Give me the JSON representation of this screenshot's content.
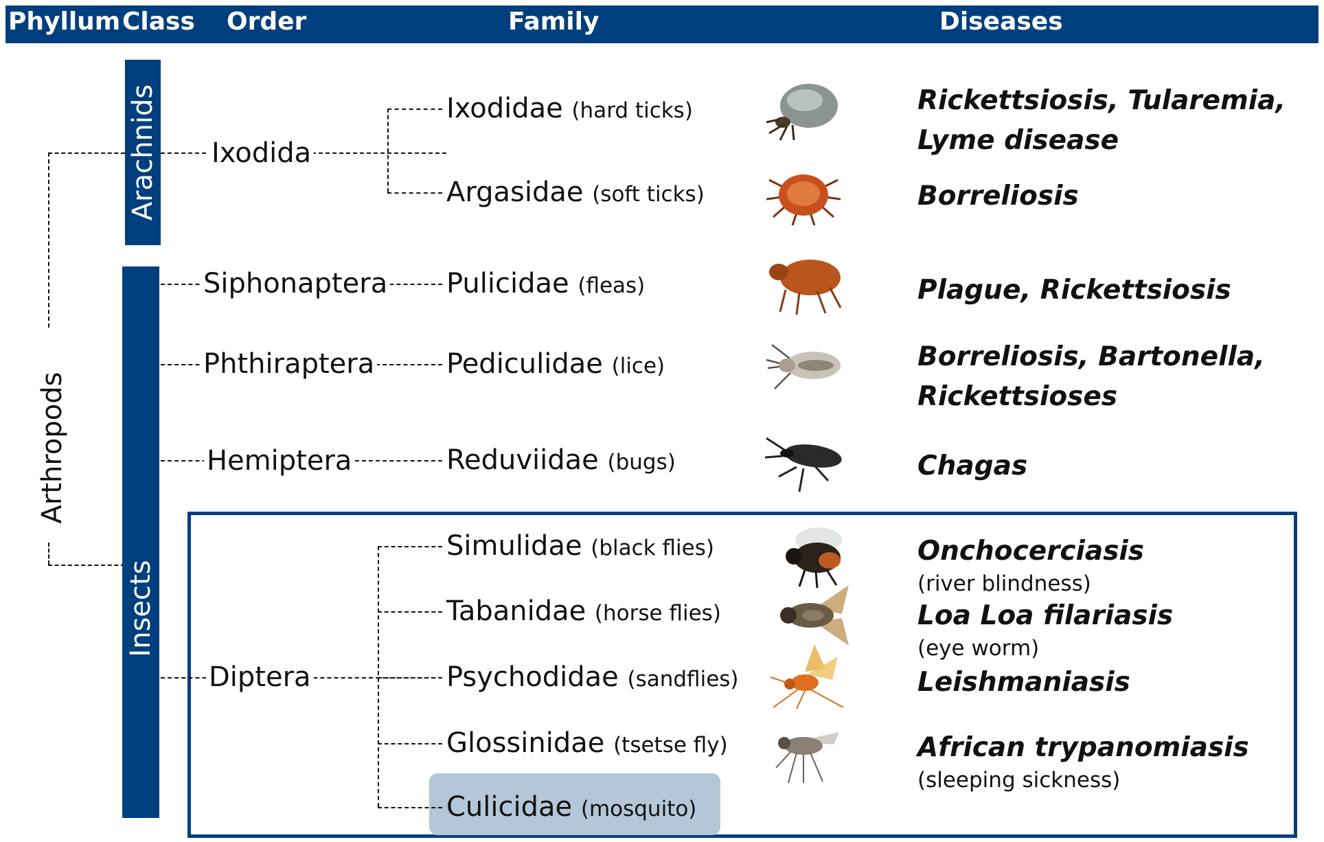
{
  "header": {
    "phyllum": "Phyllum",
    "class": "Class",
    "order": "Order",
    "family": "Family",
    "diseases": "Diseases"
  },
  "phylum_label": "Arthropods",
  "classes": {
    "arachnids": "Arachnids",
    "insects": "Insects"
  },
  "orders": {
    "ixodida": "Ixodida",
    "siphonaptera": "Siphonaptera",
    "phthiraptera": "Phthiraptera",
    "hemiptera": "Hemiptera",
    "diptera": "Diptera"
  },
  "families": [
    {
      "name": "Ixodidae",
      "common": "(hard ticks)"
    },
    {
      "name": "Argasidae",
      "common": "(soft ticks)"
    },
    {
      "name": "Pulicidae",
      "common": "(fleas)"
    },
    {
      "name": "Pediculidae",
      "common": "(lice)"
    },
    {
      "name": "Reduviidae",
      "common": "(bugs)"
    },
    {
      "name": "Simulidae",
      "common": "(black flies)"
    },
    {
      "name": "Tabanidae",
      "common": "(horse flies)"
    },
    {
      "name": "Psychodidae",
      "common": "(sandflies)"
    },
    {
      "name": "Glossinidae",
      "common": "(tsetse fly)"
    },
    {
      "name": "Culicidae",
      "common": "(mosquito)"
    }
  ],
  "diseases": {
    "ixodidae": {
      "line1": "Rickettsiosis, Tularemia,",
      "line2": "Lyme disease"
    },
    "argasidae": {
      "line1": "Borreliosis"
    },
    "pulicidae": {
      "line1": "Plague, Rickettsiosis"
    },
    "pediculidae": {
      "line1": "Borreliosis, Bartonella,",
      "line2": "Rickettsioses"
    },
    "reduviidae": {
      "line1": "Chagas"
    },
    "simulidae": {
      "name": "Onchocerciasis",
      "note": "(river blindness)"
    },
    "tabanidae": {
      "name": "Loa Loa filariasis",
      "note": "(eye worm)"
    },
    "psychodidae": {
      "name": "Leishmaniasis"
    },
    "glossinidae": {
      "name": "African trypanomiasis",
      "note": "(sleeping sickness)"
    }
  },
  "icons": [
    "hard-tick-icon",
    "soft-tick-icon",
    "flea-icon",
    "louse-icon",
    "kissing-bug-icon",
    "black-fly-icon",
    "horse-fly-icon",
    "sandfly-icon",
    "tsetse-fly-icon"
  ],
  "colors": {
    "navy": "#003f7d",
    "highlight": "#b4c7d8"
  }
}
